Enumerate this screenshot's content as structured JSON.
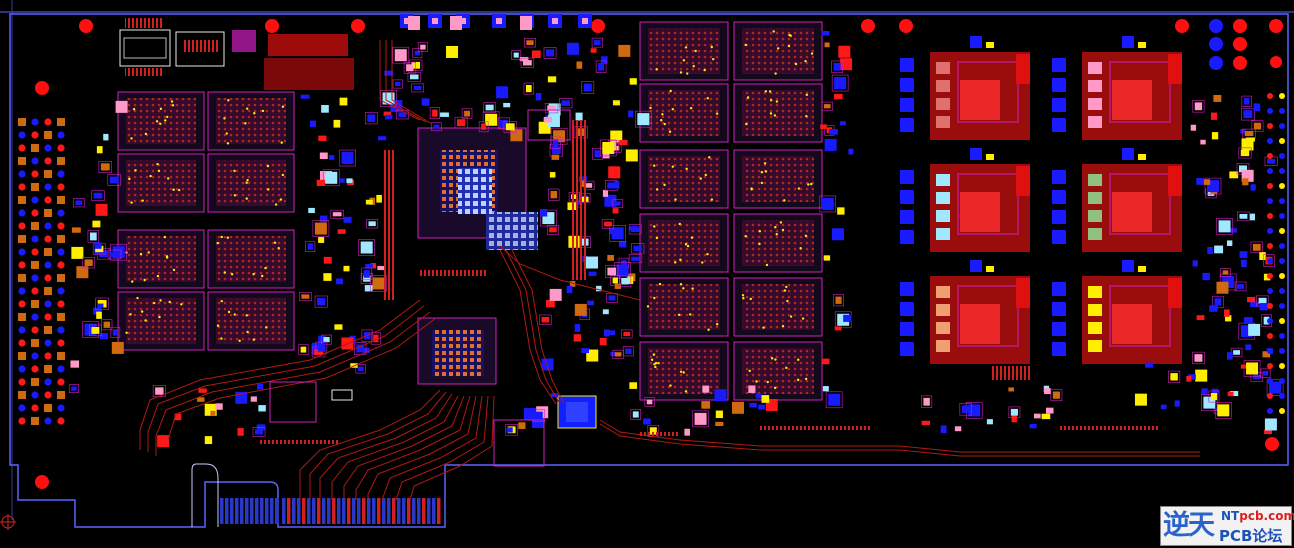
{
  "watermark": {
    "cn_big": "逆天",
    "site_prefix": "NT",
    "site_rest": "pcb.com",
    "cn_small": "PCB论坛"
  },
  "colors": {
    "background": "#000000",
    "outline": "#5a63ff",
    "top_copper": "#e11010",
    "bottom_copper": "#1020ff",
    "trace": "#b01a10",
    "silkscreen": "#d020c0",
    "pad_yellow": "#ffee00",
    "mounting_hole": "#ff1010",
    "gold_finger": "#2a38c8"
  },
  "board": {
    "type": "PCIe add-in card layout",
    "memory_chip_count": 20,
    "power_stage_count": 6
  }
}
